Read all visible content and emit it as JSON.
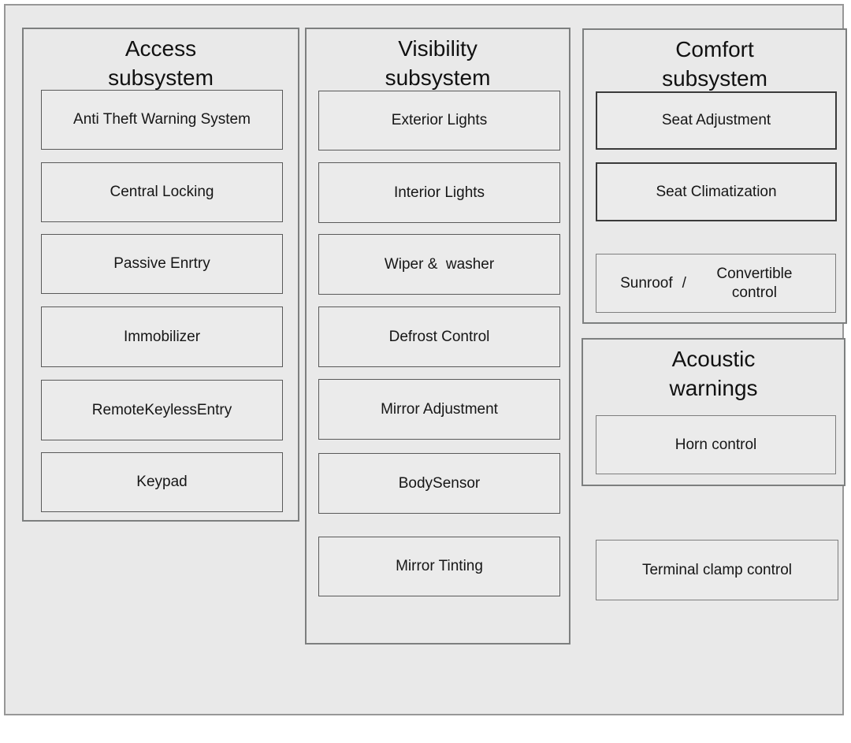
{
  "colors": {
    "canvas_background": "#e9e9e9",
    "page_background": "#ffffff",
    "frame_border": "#979797",
    "panel_border": "#7d7f7f",
    "box_border": "#595959",
    "box_border_dark": "#3a3a3a",
    "box_border_light": "#7e7e7e",
    "text": "#161616"
  },
  "panels": {
    "access": {
      "title": "Access subsystem",
      "items": [
        "Anti Theft Warning System",
        "Central Locking",
        "Passive Enrtry",
        "Immobilizer",
        "RemoteKeylessEntry",
        "Keypad"
      ]
    },
    "visibility": {
      "title": "Visibility subsystem",
      "items": [
        "Exterior Lights",
        "Interior Lights",
        "Wiper &  washer",
        "Defrost Control",
        "Mirror Adjustment",
        "BodySensor",
        "Mirror Tinting"
      ]
    },
    "comfort": {
      "title": "Comfort subsystem",
      "items": [
        "Seat Adjustment",
        "Seat Climatization"
      ],
      "sunroof_item": {
        "left": "Sunroof",
        "separator": "/",
        "right": "Convertible control"
      }
    },
    "acoustic": {
      "title": "Acoustic warnings",
      "items": [
        "Horn control"
      ]
    }
  },
  "standalone": {
    "terminal_clamp": "Terminal clamp control"
  }
}
